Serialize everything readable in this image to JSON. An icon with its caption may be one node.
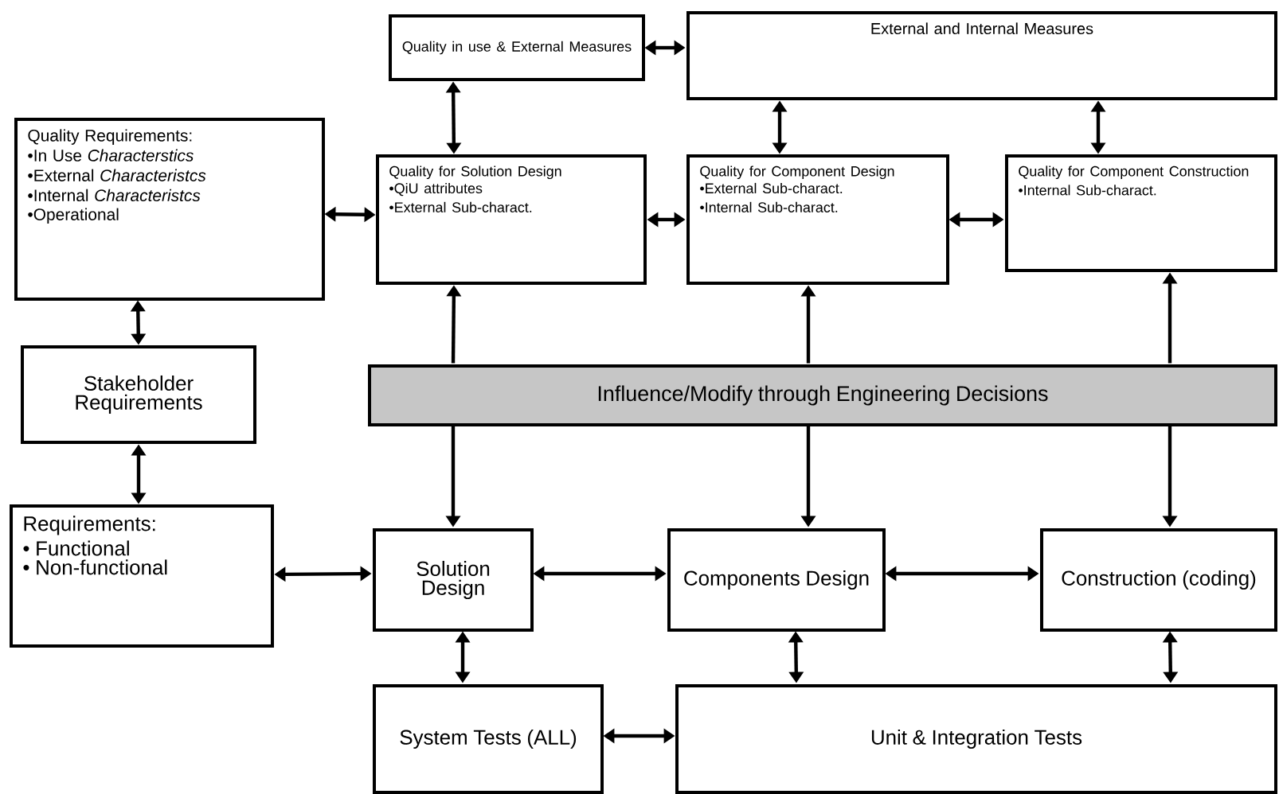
{
  "diagram": {
    "nodes": [
      {
        "text": [
          "Quality in use & External Measures"
        ]
      },
      {
        "text": [
          "External and Internal Measures"
        ]
      },
      {
        "text": [
          "Quality Requirements:",
          "•In Use *Characterstics*",
          "•External *Characteristcs*",
          "•Internal *Characteristcs*",
          "•Operational"
        ]
      },
      {
        "text": [
          "Quality for Solution Design",
          "•QiU attributes",
          "•External Sub-charact."
        ]
      },
      {
        "text": [
          "Quality for Component Design",
          "•External Sub-charact.",
          "•Internal Sub-charact."
        ]
      },
      {
        "text": [
          "Quality for Component Construction",
          "•Internal Sub-charact."
        ]
      },
      {
        "text": [
          "Stakeholder Requirements"
        ]
      },
      {
        "text": [
          "Influence/Modify through Engineering Decisions"
        ]
      },
      {
        "text": [
          "Requirements:",
          "• Functional",
          "• Non-functional"
        ]
      },
      {
        "text": [
          "Solution Design"
        ]
      },
      {
        "text": [
          "Components Design"
        ]
      },
      {
        "text": [
          "Construction (coding)"
        ]
      },
      {
        "text": [
          "System Tests (ALL)"
        ]
      },
      {
        "text": [
          "Unit & Integration Tests"
        ]
      }
    ],
    "edges": [
      {
        "from": 0,
        "to": 1,
        "arrow": "both"
      },
      {
        "from": 0,
        "to": 3,
        "arrow": "both"
      },
      {
        "from": 1,
        "to": 4,
        "arrow": "both"
      },
      {
        "from": 1,
        "to": 5,
        "arrow": "both"
      },
      {
        "from": 2,
        "to": 3,
        "arrow": "both"
      },
      {
        "from": 3,
        "to": 4,
        "arrow": "both"
      },
      {
        "from": 4,
        "to": 5,
        "arrow": "both"
      },
      {
        "from": 7,
        "to": 3,
        "arrow": "to"
      },
      {
        "from": 7,
        "to": 4,
        "arrow": "to"
      },
      {
        "from": 7,
        "to": 5,
        "arrow": "to"
      },
      {
        "from": 7,
        "to": 9,
        "arrow": "to"
      },
      {
        "from": 7,
        "to": 10,
        "arrow": "to"
      },
      {
        "from": 7,
        "to": 11,
        "arrow": "to"
      },
      {
        "from": 2,
        "to": 6,
        "arrow": "both"
      },
      {
        "from": 6,
        "to": 8,
        "arrow": "both"
      },
      {
        "from": 8,
        "to": 9,
        "arrow": "both"
      },
      {
        "from": 9,
        "to": 10,
        "arrow": "both"
      },
      {
        "from": 10,
        "to": 11,
        "arrow": "both"
      },
      {
        "from": 9,
        "to": 12,
        "arrow": "both"
      },
      {
        "from": 10,
        "to": 13,
        "arrow": "both"
      },
      {
        "from": 11,
        "to": 13,
        "arrow": "both"
      },
      {
        "from": 12,
        "to": 13,
        "arrow": "both"
      }
    ]
  }
}
